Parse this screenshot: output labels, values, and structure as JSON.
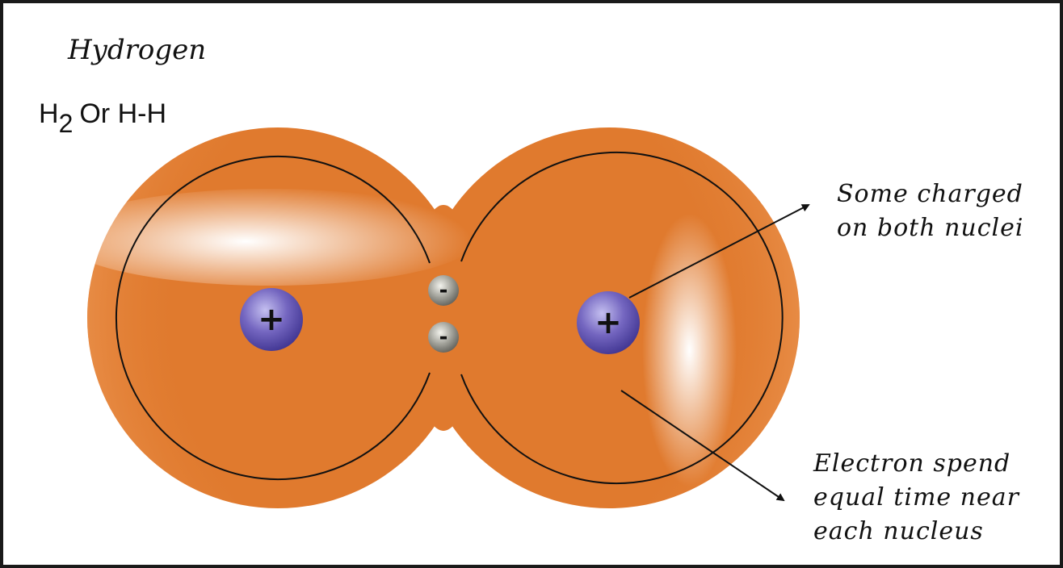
{
  "title": "Hydrogen",
  "formula": {
    "main": "H",
    "subscript": "2",
    "rest": "Or H-H"
  },
  "labels": {
    "nuclei": [
      "Some charged",
      "on both nuclei"
    ],
    "electrons": [
      "Electron spend",
      "equal time near",
      "each nucleus"
    ]
  },
  "symbols": {
    "nucleus": "+",
    "electron": "-"
  },
  "colors": {
    "cloud": "#e07a2e",
    "nucleus": "#5a4fa8",
    "electron": "#8a8a80"
  }
}
